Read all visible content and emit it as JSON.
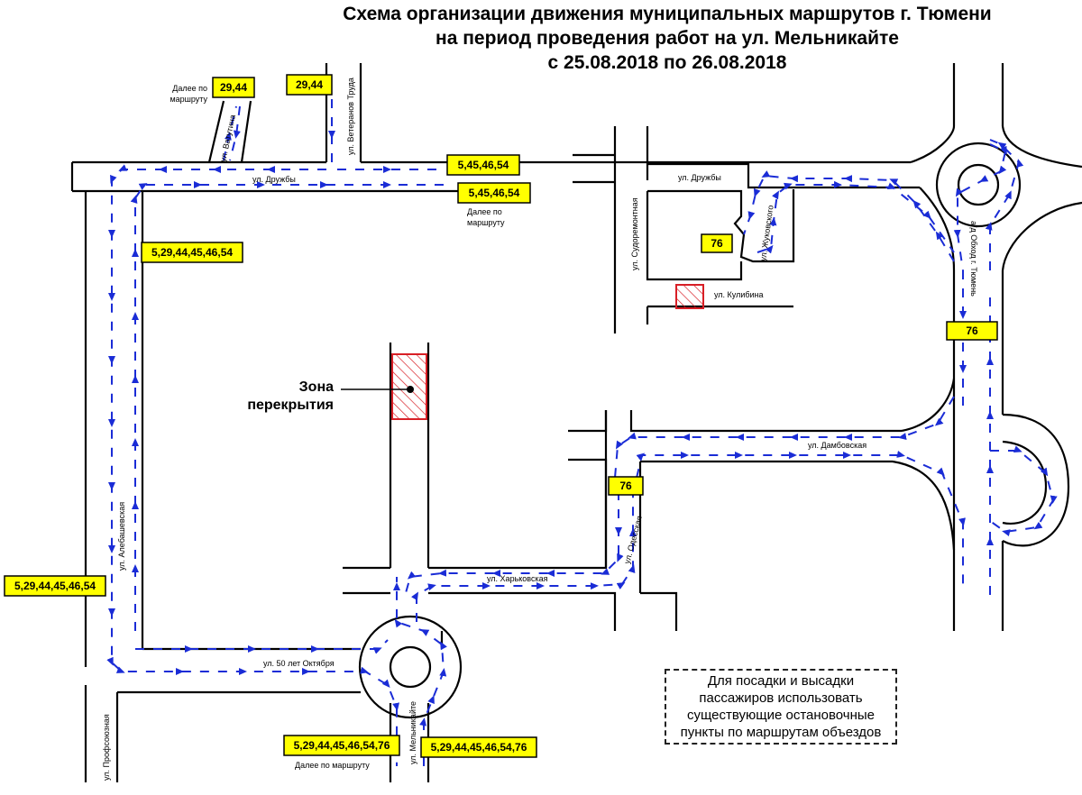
{
  "title": {
    "line1": "Схема организации движения муниципальных маршрутов г. Тюмени",
    "line2": "на период проведения работ на ул. Мельникайте",
    "line3": "с 25.08.2018 по 26.08.2018"
  },
  "closure_zone": {
    "label_line1": "Зона",
    "label_line2": "перекрытия"
  },
  "notice": "Для посадки и высадки пассажиров использовать существующие остановочные пункты по маршрутам объездов",
  "streets": {
    "druzhby_left": "ул. Дружбы",
    "vatutina": "ул. Ватутина",
    "veteranov_truda": "ул. Ветеранов Труда",
    "alebashevskaya": "ул. Алебашевская",
    "profsoyuznaya": "ул. Профсоюзная",
    "oktyabrya": "ул. 50 лет Октября",
    "melnikaite": "ул. Мельникайте",
    "kharkovskaya": "ул. Харьковская",
    "odesskaya": "ул. Одесская",
    "dambovskaya": "ул. Дамбовская",
    "druzhby_right": "ул. Дружбы",
    "sudoremontnaya": "ул. Судоремонтная",
    "zhukovskogo": "ул. Жуковского",
    "kulibina": "ул. Кулибина",
    "obhod": "а/д Обход г. Тюмень"
  },
  "notes": {
    "dalee_vatutina_1": "Далее по",
    "dalee_vatutina_2": "маршруту",
    "dalee_druzhby_1": "Далее по",
    "dalee_druzhby_2": "маршруту",
    "dalee_bottom": "Далее по маршруту"
  },
  "route_badges": {
    "vatutina": "29,44",
    "veteranov": "29,44",
    "druzhby_top": "5,45,46,54",
    "druzhby_bottom": "5,45,46,54",
    "alebashevskaya": "5,29,44,45,46,54",
    "left_edge": "5,29,44,45,46,54",
    "bottom_left": "5,29,44,45,46,54,76",
    "bottom_right": "5,29,44,45,46,54,76",
    "zhukovskogo": "76",
    "obhod": "76",
    "odesskaya": "76"
  },
  "colors": {
    "route": "#1a2cd6",
    "badge": "#ffff00",
    "closure": "#d81f26",
    "road": "#000000"
  }
}
